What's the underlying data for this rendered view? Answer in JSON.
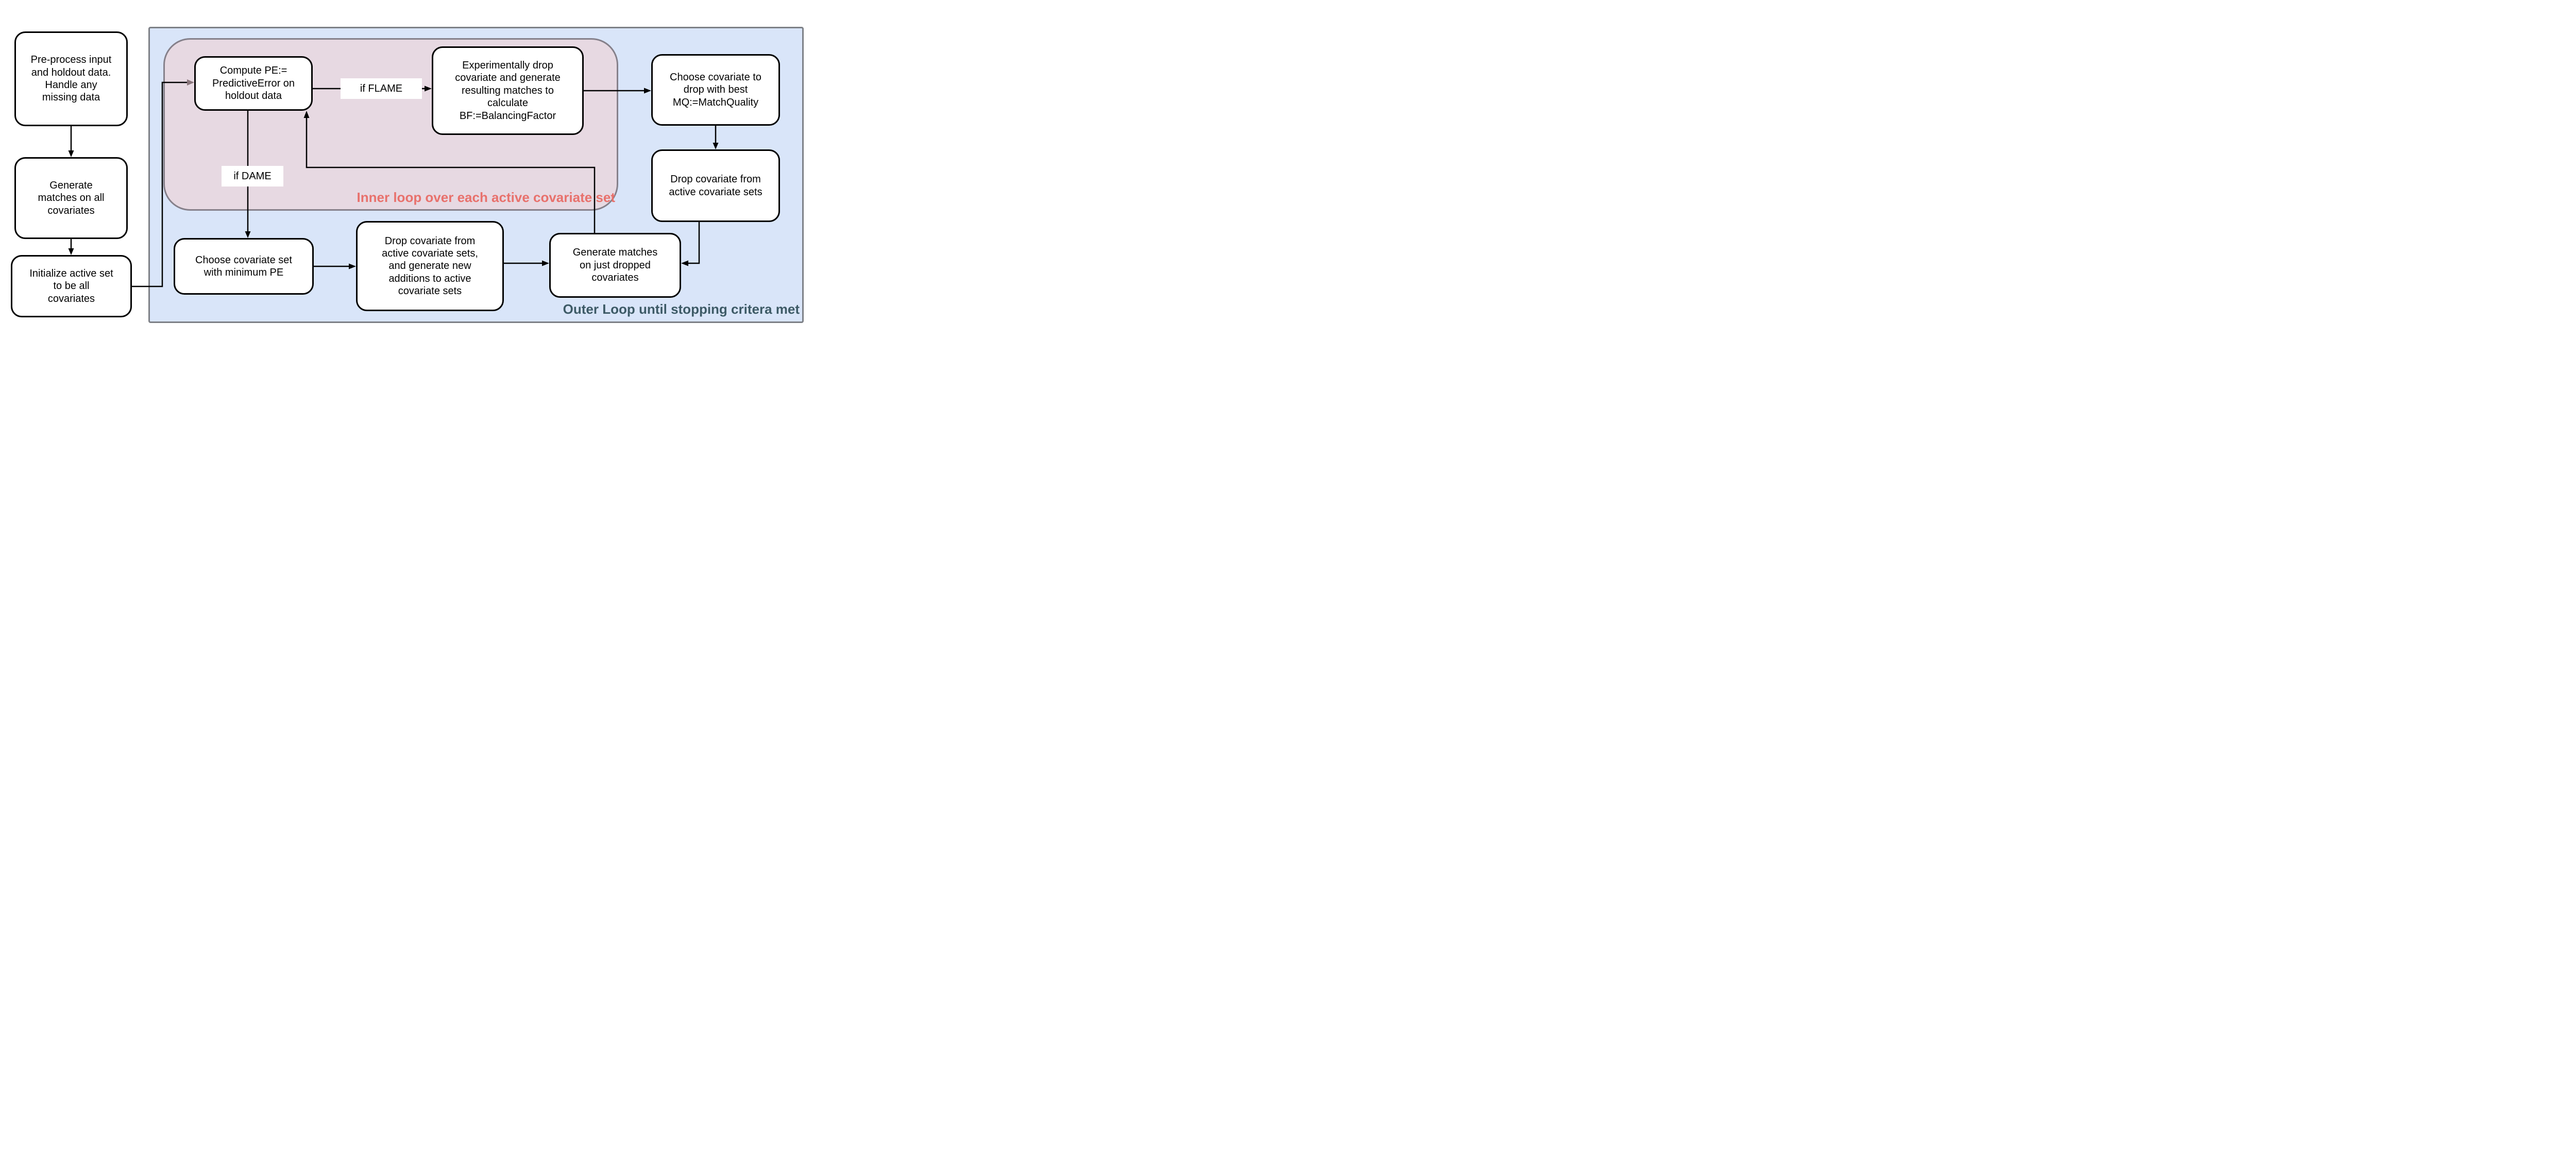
{
  "diagram": {
    "title_semantic": "FLAME-DAME matching algorithm flowchart",
    "colors": {
      "outer_region_fill": "#d9e5f9",
      "inner_region_fill": "#e7d9e2",
      "region_border": "#7d8086",
      "node_border": "#000000",
      "inner_loop_label_color": "#e8716c",
      "outer_loop_label_color": "#3d5a66",
      "entry_arrowhead_color": "#8a767c",
      "arrow_color": "#000000"
    },
    "regions": {
      "outer_loop_label": "Outer Loop until stopping critera met",
      "inner_loop_label": "Inner loop over each active covariate set"
    },
    "nodes": {
      "preprocess": "Pre-process input\nand holdout data.\nHandle any\nmissing data",
      "generate_all": "Generate\nmatches on all\ncovariates",
      "initialize": "Initialize active set\nto be all\ncovariates",
      "compute_pe": "Compute PE:=\nPredictiveError on\nholdout data",
      "experimental_drop": "Experimentally drop\ncovariate and generate\nresulting matches to\ncalculate\nBF:=BalancingFactor",
      "choose_mq": "Choose covariate to\ndrop with best\nMQ:=MatchQuality",
      "drop_active": "Drop covariate from\nactive covariate sets",
      "choose_min_pe": "Choose covariate set\nwith minimum PE",
      "drop_additions": "Drop covariate from\nactive covariate sets,\nand generate new\nadditions to active\ncovariate sets",
      "generate_dropped": "Generate matches\non just dropped\ncovariates"
    },
    "edge_labels": {
      "flame": "if FLAME",
      "dame": "if DAME"
    }
  }
}
